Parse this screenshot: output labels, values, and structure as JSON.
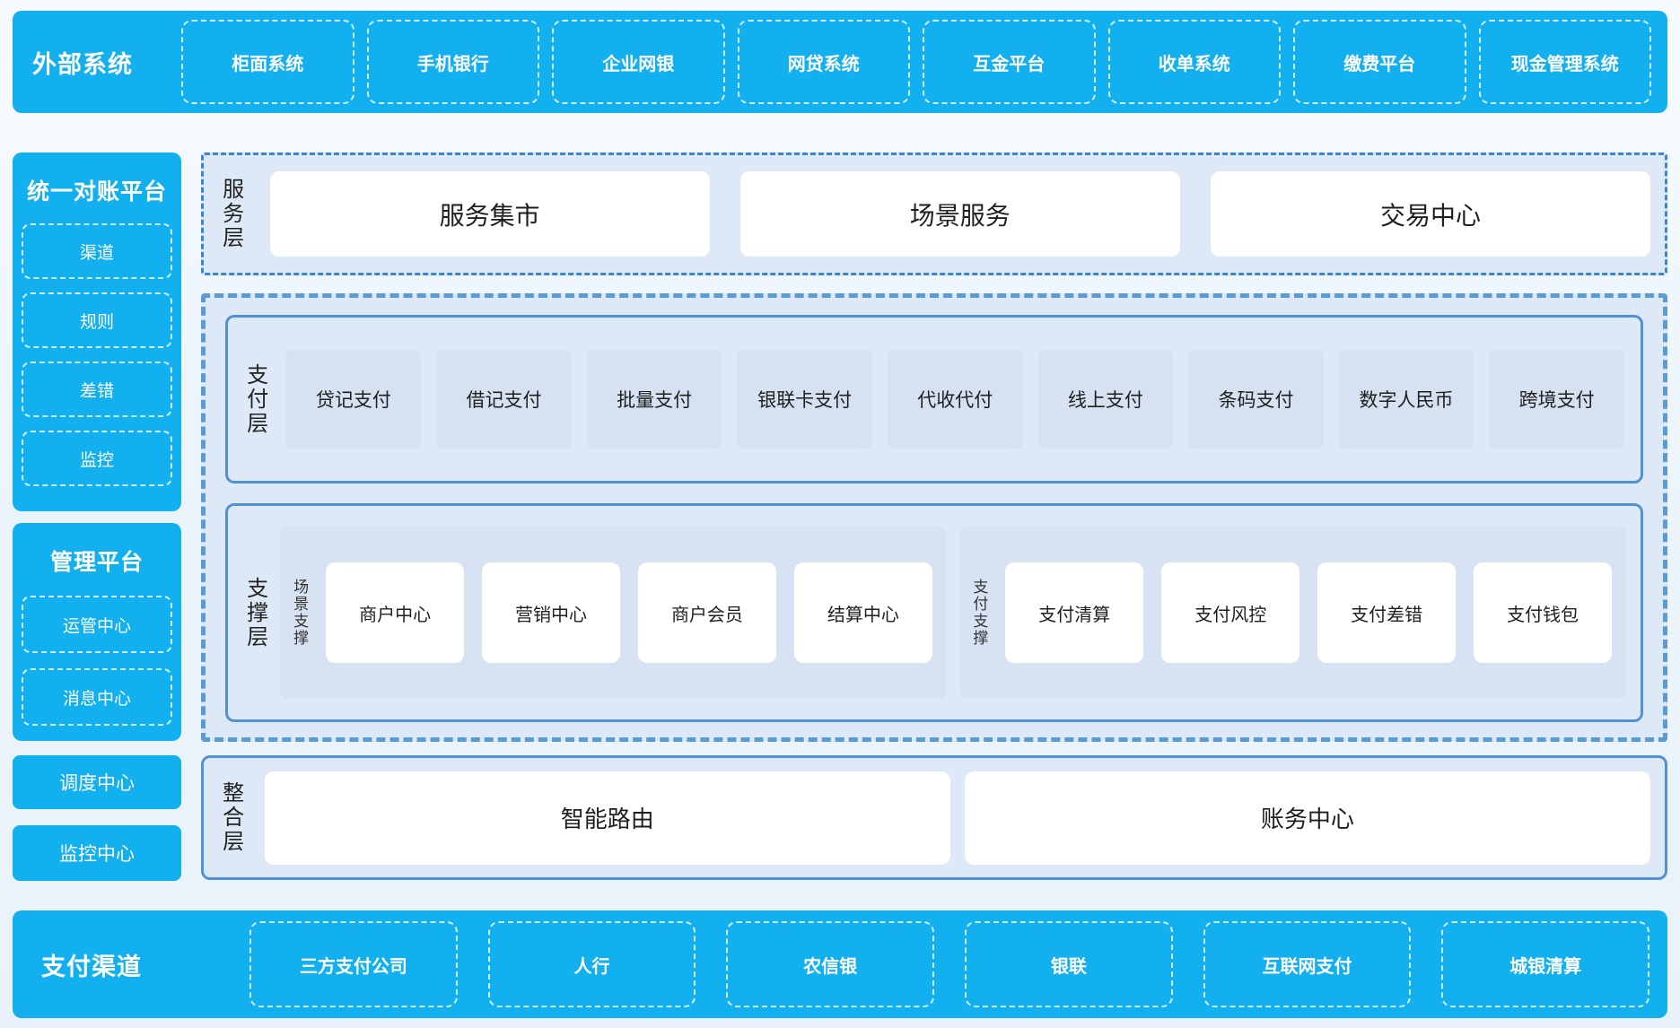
{
  "colors": {
    "accent": "#12b0ef",
    "panel": "#dde9f6",
    "solid_border": "#5292d4",
    "dash_border": "#5b9bd5"
  },
  "external": {
    "title": "外部系统",
    "items": [
      "柜面系统",
      "手机银行",
      "企业网银",
      "网贷系统",
      "互金平台",
      "收单系统",
      "缴费平台",
      "现金管理系统"
    ]
  },
  "reconciliation": {
    "title": "统一对账平台",
    "items": [
      "渠道",
      "规则",
      "差错",
      "监控"
    ]
  },
  "management": {
    "title": "管理平台",
    "items": [
      "运管中心",
      "消息中心"
    ]
  },
  "scheduler": {
    "label": "调度中心"
  },
  "monitorCenter": {
    "label": "监控中心"
  },
  "service": {
    "label": "服务层",
    "items": [
      "服务集市",
      "场景服务",
      "交易中心"
    ]
  },
  "payment": {
    "label": "支付层",
    "items": [
      "贷记支付",
      "借记支付",
      "批量支付",
      "银联卡支付",
      "代收代付",
      "线上支付",
      "条码支付",
      "数字人民币",
      "跨境支付"
    ]
  },
  "support": {
    "label": "支撑层",
    "groups": [
      {
        "label": "场景支撑",
        "items": [
          "商户中心",
          "营销中心",
          "商户会员",
          "结算中心"
        ]
      },
      {
        "label": "支付支撑",
        "items": [
          "支付清算",
          "支付风控",
          "支付差错",
          "支付钱包"
        ]
      }
    ]
  },
  "integration": {
    "label": "整合层",
    "items": [
      "智能路由",
      "账务中心"
    ]
  },
  "channels": {
    "title": "支付渠道",
    "items": [
      "三方支付公司",
      "人行",
      "农信银",
      "银联",
      "互联网支付",
      "城银清算"
    ]
  }
}
